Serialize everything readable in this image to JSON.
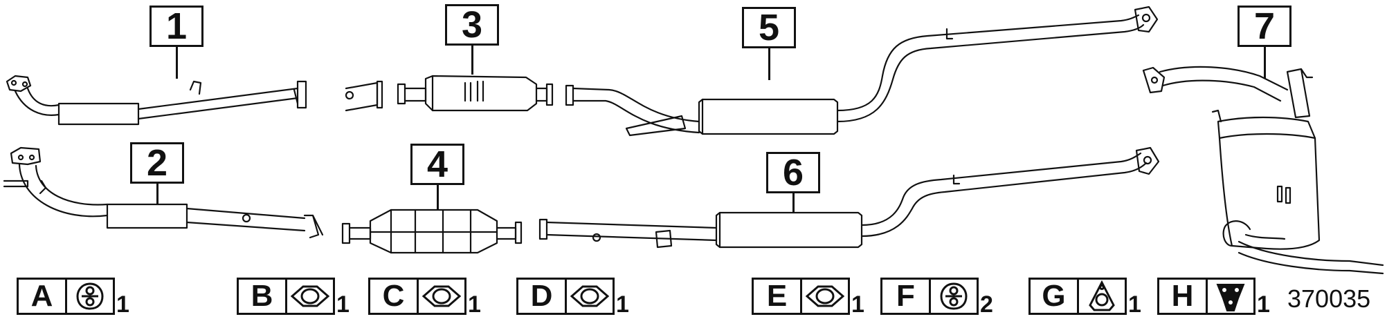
{
  "parts": [
    {
      "number": "1"
    },
    {
      "number": "2"
    },
    {
      "number": "3"
    },
    {
      "number": "4"
    },
    {
      "number": "5"
    },
    {
      "number": "6"
    },
    {
      "number": "7"
    }
  ],
  "legend": [
    {
      "letter": "A",
      "icon": "flange-2-hole-icon",
      "qty": "1"
    },
    {
      "letter": "B",
      "icon": "gasket-oval-icon",
      "qty": "1"
    },
    {
      "letter": "C",
      "icon": "gasket-oval-icon",
      "qty": "1"
    },
    {
      "letter": "D",
      "icon": "gasket-oval-icon",
      "qty": "1"
    },
    {
      "letter": "E",
      "icon": "gasket-oval-icon",
      "qty": "1"
    },
    {
      "letter": "F",
      "icon": "flange-2-hole-icon",
      "qty": "2"
    },
    {
      "letter": "G",
      "icon": "gasket-triangle-icon",
      "qty": "1"
    },
    {
      "letter": "H",
      "icon": "rubber-hanger-icon",
      "qty": "1"
    }
  ],
  "diagram_code": "370035"
}
